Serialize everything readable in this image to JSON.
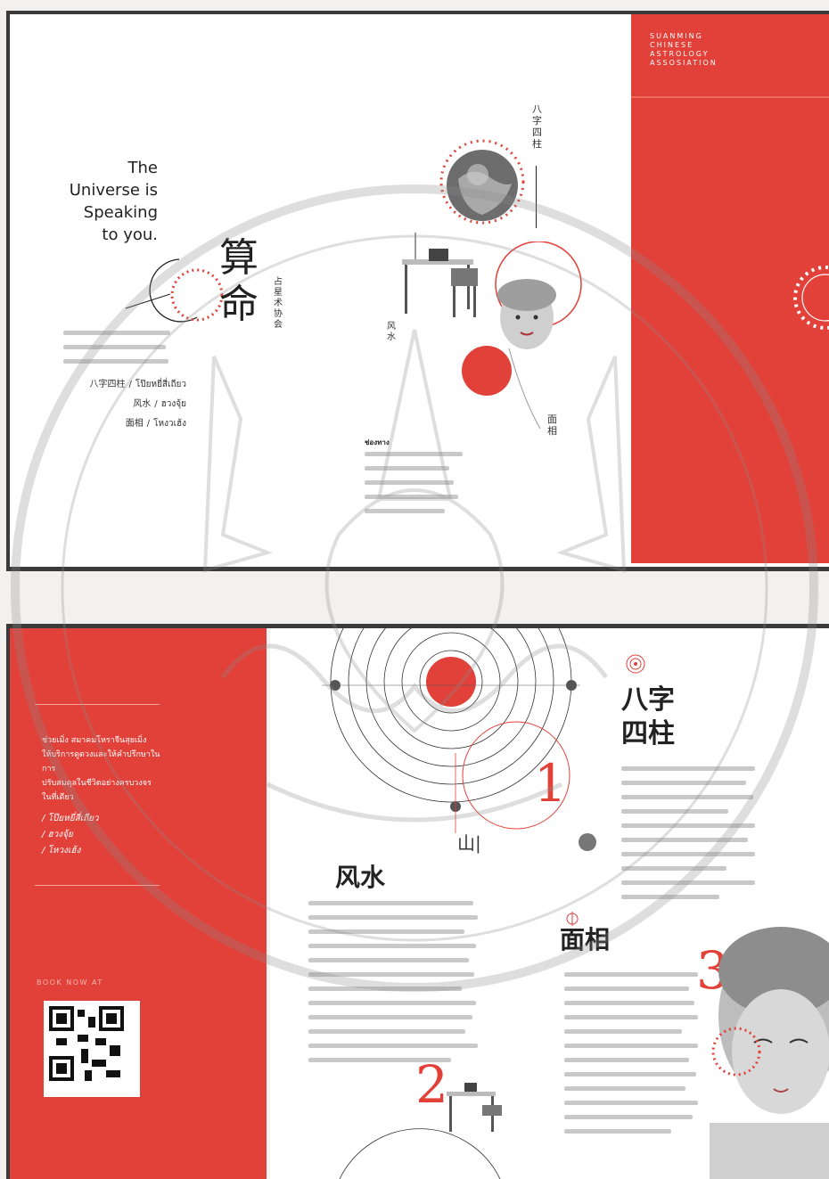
{
  "association": {
    "lines": [
      "SUANMING",
      "CHINESE",
      "ASTROLOGY",
      "ASSOSIATION"
    ]
  },
  "cover": {
    "tagline": [
      "The",
      "Universe is",
      "Speaking",
      "to you."
    ],
    "brand_cjk": "算命",
    "brand_sub_cjk": "占星术协会",
    "bazi_vertical": "八字四柱",
    "face_vertical": "面相",
    "water_vertical": "风水",
    "services": [
      {
        "cjk": "八字四柱",
        "thai": "โป๊ยหยี่สี่เถียว"
      },
      {
        "cjk": "风水",
        "thai": "ฮวงจุ้ย"
      },
      {
        "cjk": "面相",
        "thai": "โหงวเฮ้ง"
      }
    ],
    "contact_label": "ช่องทาง"
  },
  "inside": {
    "intro_label": "ช่วยเมิ่ง",
    "intro_text": [
      "ช่วยเมิ่ง สมาคมโหราจีนสุยเมิ่ง",
      "ให้บริการดูดวงและให้คำปรึกษาในการ",
      "ปรับสมดุลในชีวิตอย่างครบวงจร",
      "ในที่เดียว"
    ],
    "links": [
      "/ โป๊ยหยี่สี่เถียว",
      "/ ฮวงจุ้ย",
      "/ โหวงเฮ้ง"
    ],
    "book_now": "BOOK NOW AT",
    "section1": {
      "number": "1",
      "title_line1": "八字",
      "title_line2": "四柱"
    },
    "section2": {
      "number": "2",
      "title": "风水"
    },
    "section3": {
      "number": "3",
      "title": "面相"
    }
  },
  "colors": {
    "accent": "#e2413a",
    "frame": "#3a3a3a"
  },
  "icons": [
    "globe-icon",
    "desk-icon",
    "face-bust-icon",
    "qr-code-icon",
    "orbit-diagram-icon",
    "seal-watermark-icon"
  ]
}
